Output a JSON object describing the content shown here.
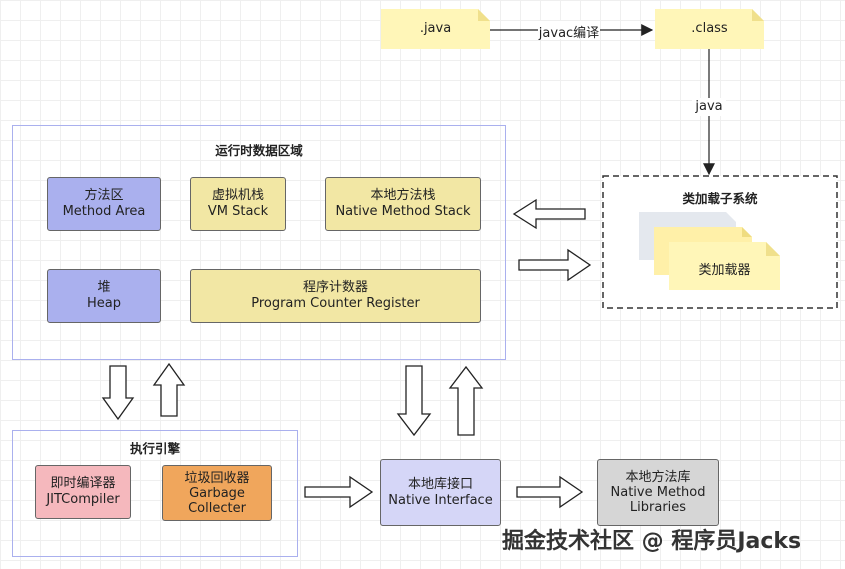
{
  "files": {
    "java_file": ".java",
    "class_file": ".class"
  },
  "edges": {
    "compile_label": "javac编译",
    "java_label": "java"
  },
  "runtime_area": {
    "title": "运行时数据区域",
    "method_area": {
      "line1": "方法区",
      "line2": "Method Area"
    },
    "vm_stack": {
      "line1": "虚拟机栈",
      "line2": "VM Stack"
    },
    "native_method_stack": {
      "line1": "本地方法栈",
      "line2": "Native Method Stack"
    },
    "heap": {
      "line1": "堆",
      "line2": "Heap"
    },
    "pc_register": {
      "line1": "程序计数器",
      "line2": "Program Counter Register"
    }
  },
  "class_loader_subsystem": {
    "title": "类加载子系统",
    "loader_label": "类加载器"
  },
  "execution_engine": {
    "title": "执行引擎",
    "jit": {
      "line1": "即时编译器",
      "line2": "JITCompiler"
    },
    "gc": {
      "line1": "垃圾回收器",
      "line2": "Garbage",
      "line3": "Collecter"
    }
  },
  "native_interface": {
    "line1": "本地库接口",
    "line2": "Native Interface"
  },
  "native_libraries": {
    "line1": "本地方法库",
    "line2": "Native Method",
    "line3": "Libraries"
  },
  "watermark": "掘金技术社区 @ 程序员Jacks",
  "colors": {
    "purple": "#aab0ee",
    "yellow": "#f2e7a4",
    "pink": "#f5b8bd",
    "orange": "#f0a65c",
    "lavender": "#d5d6f7",
    "gray": "#d6d6d6",
    "note": "#fff6b8"
  }
}
